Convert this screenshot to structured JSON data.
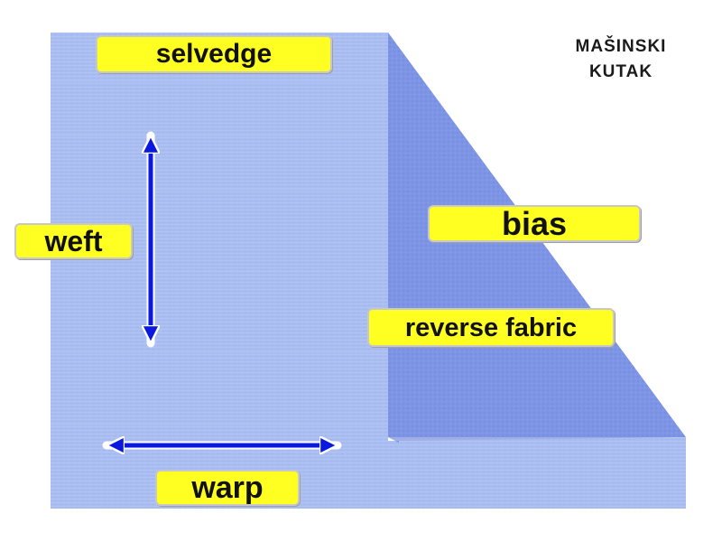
{
  "labels": {
    "selvedge": "selvedge",
    "weft": "weft",
    "bias": "bias",
    "reverse_fabric": "reverse fabric",
    "warp": "warp"
  },
  "brand": {
    "line1": "MAŠINSKI",
    "line2": "KUTAK"
  },
  "colors": {
    "fabric_front": "#a8bcf0",
    "fabric_reverse": "#7f96e6",
    "label_fill": "#ffff22",
    "arrow": "#0a18e0"
  },
  "icons": {
    "weft_arrow": "double-headed-vertical-arrow",
    "warp_arrow": "double-headed-horizontal-arrow"
  }
}
